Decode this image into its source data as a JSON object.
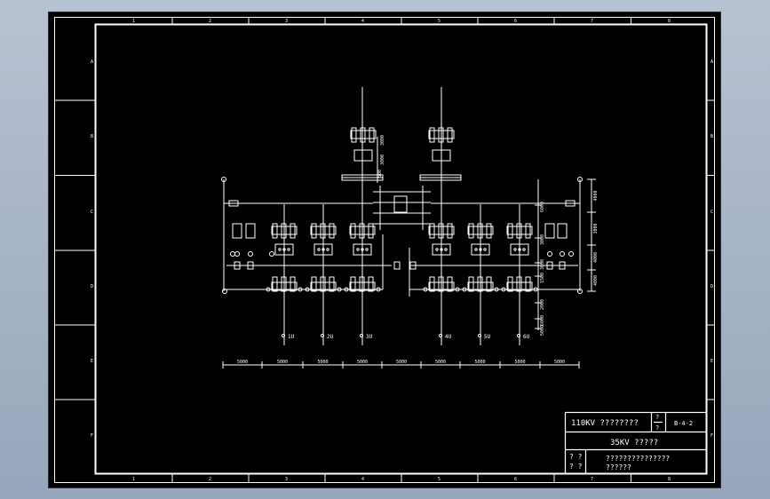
{
  "border": {
    "columns": [
      "1",
      "2",
      "3",
      "4",
      "5",
      "6",
      "7",
      "8"
    ],
    "rows": [
      "A",
      "B",
      "C",
      "D",
      "E",
      "F"
    ]
  },
  "outgoing_feeders": [
    "1U",
    "2U",
    "3U",
    "4U",
    "5U",
    "6U"
  ],
  "bay_spacing_labels": [
    "5000",
    "5000",
    "5000",
    "5000",
    "5000",
    "5000",
    "5000",
    "5000",
    "5000"
  ],
  "vertical_dims_left": [
    "3000",
    "3000",
    "500"
  ],
  "vertical_dims_right": [
    "6000",
    "3000",
    "3000",
    "1500",
    "2000",
    "6000",
    "5000"
  ],
  "outer_vertical_dims": [
    "4000",
    "3000",
    "4000",
    "4000"
  ],
  "title_block": {
    "title_line": "110KV ????????",
    "sheet_fraction_top": "?",
    "sheet_fraction_bottom": "?",
    "drawing_no": "B-4-2",
    "subtitle": "35KV ?????",
    "label_a": "? ?",
    "label_b": "? ?",
    "note_line1": "???????????????",
    "note_line2": "??????"
  },
  "colors": {
    "background": "#000000",
    "line": "#ffffff",
    "frame_outside": "#a9b5c6"
  }
}
